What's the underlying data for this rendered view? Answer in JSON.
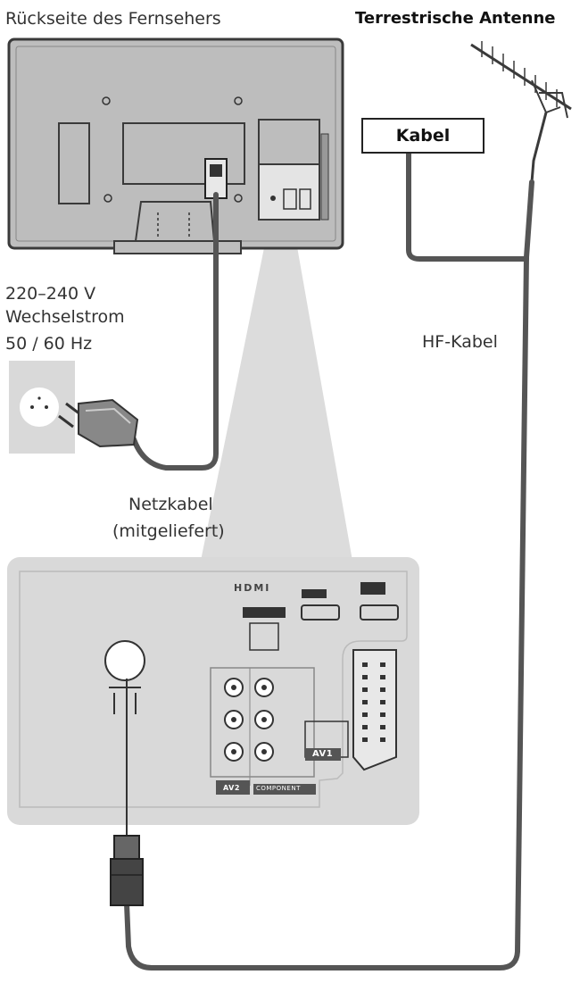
{
  "labels": {
    "tv_rear": "Rückseite des Fernsehers",
    "antenna": "Terrestrische Antenne",
    "cable_box": "Kabel",
    "power_line1": "220–240 V",
    "power_line2": "Wechselstrom",
    "power_line3": "50 / 60 Hz",
    "hf_cable": "HF-Kabel",
    "mains_cable_line1": "Netzkabel",
    "mains_cable_line2": "(mitgeliefert)"
  },
  "panel": {
    "hdmi": "HDMI",
    "av1": "AV1",
    "av2": "AV2",
    "component": "COMPONENT"
  },
  "colors": {
    "cable": "#555555",
    "panel_bg": "#d9d9d9",
    "tv_body": "#bdbdbd",
    "outline": "#3a3a3a"
  }
}
